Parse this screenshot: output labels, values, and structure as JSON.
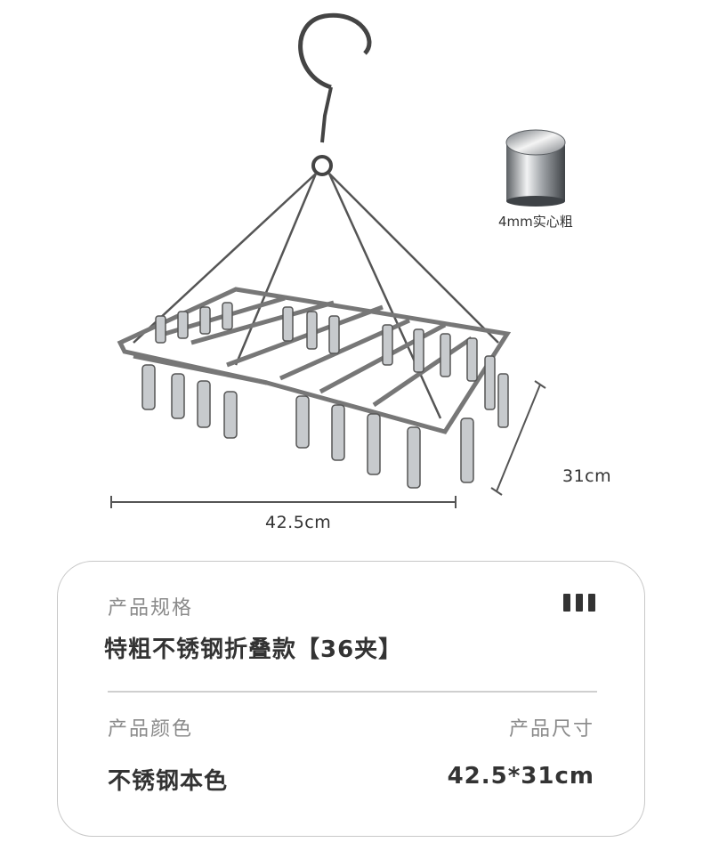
{
  "swatch": {
    "caption": "4mm实心粗"
  },
  "dimensions": {
    "width_label": "42.5cm",
    "depth_label": "31cm"
  },
  "spec": {
    "spec_label": "产品规格",
    "spec_value": "特粗不锈钢折叠款【36夹】",
    "color_label": "产品颜色",
    "color_value": "不锈钢本色",
    "size_label": "产品尺寸",
    "size_value": "42.5*31cm",
    "menu_icon": "bars-icon"
  },
  "colors": {
    "steel": "#9aa0a6",
    "text": "#333333",
    "muted": "#8a8a8a"
  }
}
